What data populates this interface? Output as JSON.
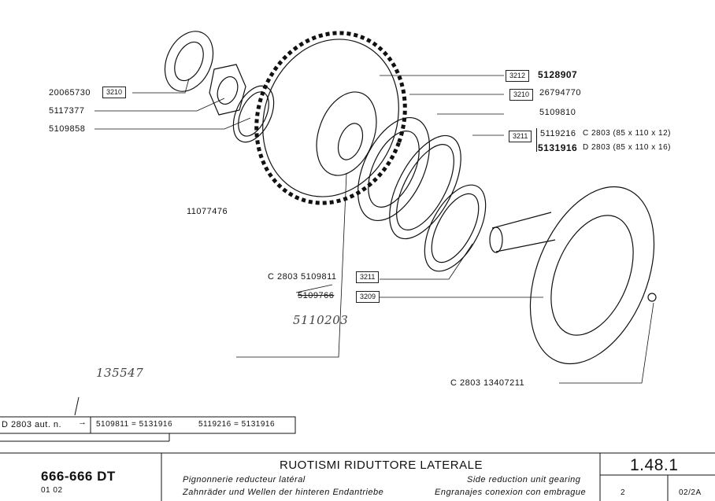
{
  "callouts": {
    "left": [
      {
        "part": "20065730",
        "ref": "3210"
      },
      {
        "part": "5117377"
      },
      {
        "part": "5109858"
      },
      {
        "part": "11077476"
      }
    ],
    "right": [
      {
        "ref": "3212",
        "part": "5128907"
      },
      {
        "ref": "3210",
        "part": "26794770"
      },
      {
        "part": "5109810"
      },
      {
        "ref": "3211",
        "part_a": "5119216",
        "spec_a": "C 2803  (85 x 110 x 12)",
        "part_b": "5131916",
        "spec_b": "D 2803  (85 x 110 x 16)"
      }
    ],
    "lower": [
      {
        "prefix": "C 2803  5109811",
        "ref": "3211"
      },
      {
        "prefix": "5109766",
        "ref": "3209"
      },
      {
        "prefix": "C 2803    13407211"
      }
    ]
  },
  "handwritten": {
    "note1": "5110203",
    "note2": "135547"
  },
  "supersession": {
    "label": "D 2803 aut. n.",
    "arrow": "→",
    "entries": [
      "5109811 = 5131916",
      "5119216 = 5131916"
    ]
  },
  "footer": {
    "model": "666-666 DT",
    "variants": "01  02",
    "title": "RUOTISMI RIDUTTORE LATERALE",
    "fr": "Pignonnerie reducteur latéral",
    "de": "Zahnräder und Wellen der hinteren Endantriebe",
    "en": "Side reduction unit gearing",
    "es": "Engranajes conexion con embrague",
    "section": "1.48.1",
    "page": "2",
    "code": "02/2A"
  }
}
